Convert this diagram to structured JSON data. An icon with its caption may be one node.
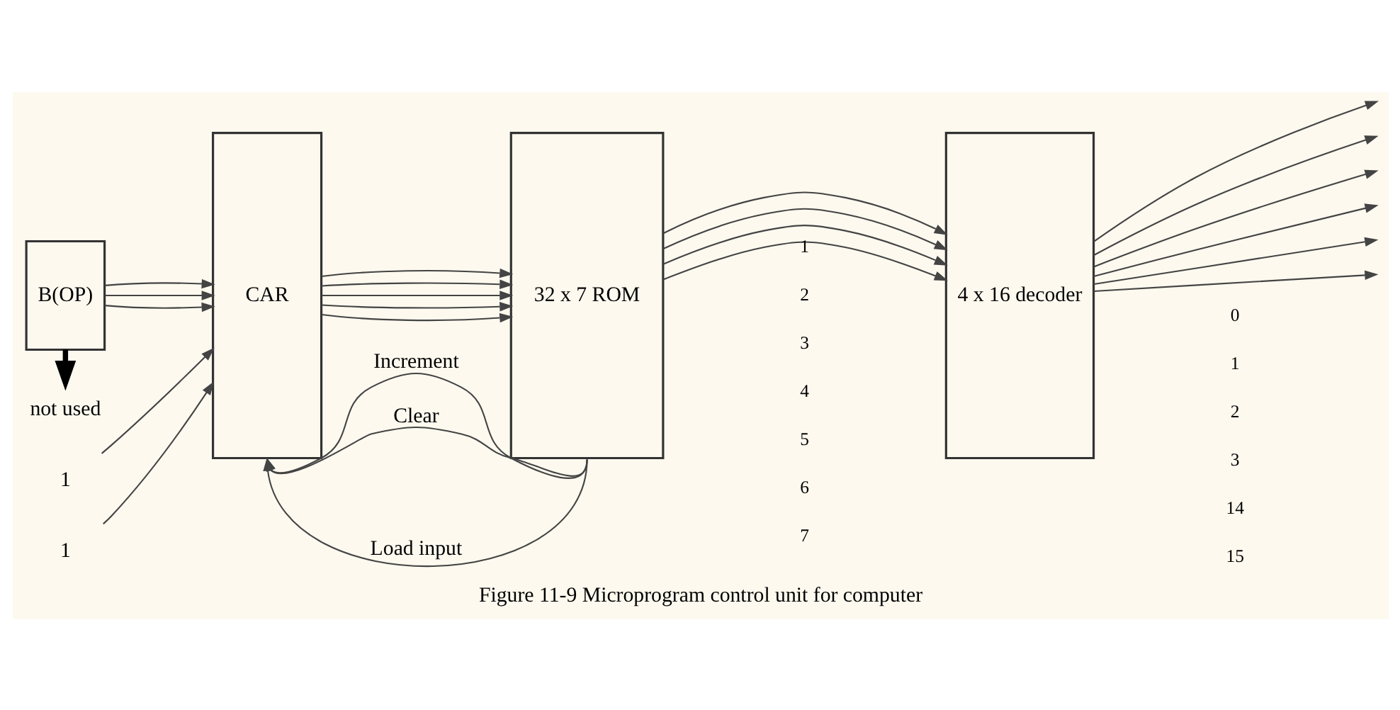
{
  "diagram": {
    "caption": "Figure 11-9 Microprogram control unit for computer",
    "nodes": [
      {
        "text": [
          "B(OP)"
        ]
      },
      {
        "text": [
          "1"
        ]
      },
      {
        "text": [
          "1"
        ]
      },
      {
        "text": [
          "not used"
        ]
      },
      {
        "text": [
          "CAR"
        ]
      },
      {
        "text": [
          "32 x 7 ROM"
        ]
      },
      {
        "text": [
          "4 x 16 decoder"
        ]
      }
    ],
    "edges": [
      {
        "from": 0,
        "to": 3,
        "arrow": "to",
        "style": "thick",
        "color": "#000000"
      },
      {
        "from": 1,
        "to": 4,
        "arrow": "to"
      },
      {
        "from": 2,
        "to": 4,
        "arrow": "to"
      },
      {
        "from": 0,
        "to": 4,
        "arrow": "to"
      },
      {
        "from": 0,
        "to": 4,
        "arrow": "to"
      },
      {
        "from": 0,
        "to": 4,
        "arrow": "to"
      },
      {
        "from": 4,
        "to": 5,
        "arrow": "to"
      },
      {
        "from": 4,
        "to": 5,
        "arrow": "to"
      },
      {
        "from": 4,
        "to": 5,
        "arrow": "to"
      },
      {
        "from": 4,
        "to": 5,
        "arrow": "to"
      },
      {
        "from": 4,
        "to": 5,
        "arrow": "to"
      },
      {
        "from": 5,
        "to": 6,
        "arrow": "to"
      },
      {
        "from": 5,
        "to": 6,
        "arrow": "to"
      },
      {
        "from": 5,
        "to": 6,
        "arrow": "to"
      },
      {
        "from": 5,
        "to": 6,
        "arrow": "to"
      },
      {
        "from": 5,
        "to": 4,
        "arrow": "to",
        "label": "Increment"
      },
      {
        "from": 5,
        "to": 4,
        "arrow": "to",
        "label": "Clear"
      },
      {
        "from": 5,
        "to": 4,
        "arrow": "to",
        "label": "Load input"
      },
      {
        "from": 6,
        "to": null,
        "arrow": "to"
      },
      {
        "from": 6,
        "to": null,
        "arrow": "to"
      },
      {
        "from": 6,
        "to": null,
        "arrow": "to"
      },
      {
        "from": 6,
        "to": null,
        "arrow": "to"
      },
      {
        "from": 6,
        "to": null,
        "arrow": "to"
      },
      {
        "from": 6,
        "to": null,
        "arrow": "to"
      }
    ],
    "labels": [
      "1",
      "2",
      "3",
      "4",
      "5",
      "6",
      "7",
      "0",
      "1",
      "2",
      "3",
      "14",
      "15"
    ]
  }
}
